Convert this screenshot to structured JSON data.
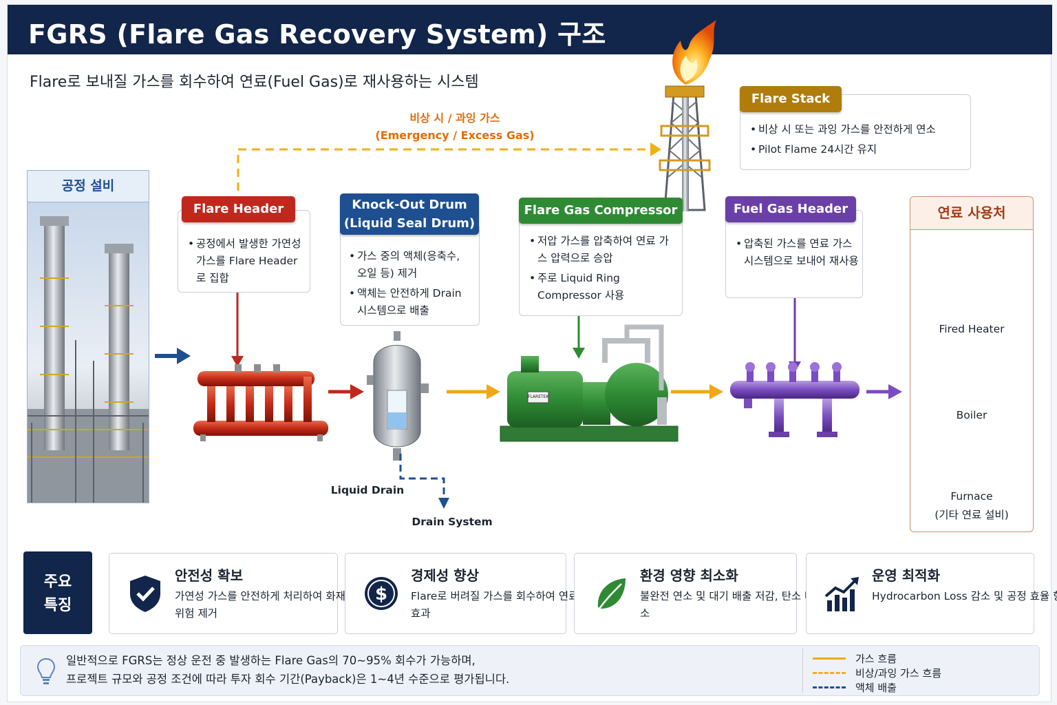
{
  "header": {
    "title": "FGRS (Flare Gas Recovery System) 구조"
  },
  "subtitle": "Flare로 보내질 가스를 회수하여 연료(Fuel Gas)로 재사용하는 시스템",
  "emergency": {
    "line1": "비상 시 / 과잉 가스",
    "line2": "(Emergency / Excess Gas)"
  },
  "process": {
    "title": "공정 설비"
  },
  "flare_stack": {
    "tag": "Flare Stack",
    "bullets": [
      "비상 시 또는 과잉 가스를 안전하게 연소",
      "Pilot Flame 24시간 유지"
    ]
  },
  "flare_header": {
    "tag": "Flare Header",
    "bullets": [
      "공정에서 발생한 가연성 가스를 Flare Header로 집합"
    ]
  },
  "ko_drum": {
    "tag_line1": "Knock-Out Drum",
    "tag_line2": "(Liquid Seal Drum)",
    "bullets": [
      "가스 중의 액체(응축수, 오일 등) 제거",
      "액체는 안전하게 Drain 시스템으로 배출"
    ],
    "liquid_drain": "Liquid Drain",
    "drain_system": "Drain System"
  },
  "compressor": {
    "tag": "Flare Gas Compressor",
    "bullets": [
      "저압 가스를 압축하여 연료 가스 압력으로 승압",
      "주로 Liquid Ring Compressor 사용"
    ],
    "plate": "FLARETEK"
  },
  "fuel_header": {
    "tag": "Fuel Gas Header",
    "bullets": [
      "압축된 가스를 연료 가스 시스템으로 보내어 재사용"
    ]
  },
  "fuel_users": {
    "title": "연료 사용처",
    "items": [
      "Fired Heater",
      "Boiler",
      "Furnace",
      "(기타 연료 설비)"
    ]
  },
  "features": {
    "key_line1": "주요",
    "key_line2": "특징",
    "items": [
      {
        "icon": "shield-check-icon",
        "title": "안전성 확보",
        "desc": "가연성 가스를 안전하게 처리하여 화재·폭발 위험 제거"
      },
      {
        "icon": "dollar-icon",
        "title": "경제성 향상",
        "desc": "Flare로 버려질 가스를 회수하여 연료비 절감 효과"
      },
      {
        "icon": "leaf-icon",
        "title": "환경 영향 최소화",
        "desc": "불완전 연소 및 대기 배출 저감, 탄소 배출 감소"
      },
      {
        "icon": "growth-chart-icon",
        "title": "운영 최적화",
        "desc": "Hydrocarbon Loss 감소 및 공정 효율 향상"
      }
    ]
  },
  "note": {
    "line1": "일반적으로 FGRS는 정상 운전 중 발생하는 Flare Gas의 70~95% 회수가 가능하며,",
    "line2": "프로젝트 규모와 공정 조건에 따라 투자 회수 기간(Payback)은 1~4년 수준으로 평가됩니다."
  },
  "legend": {
    "gas": "가스 흐름",
    "emergency": "비상/과잉 가스 흐름",
    "liquid": "액체 배출"
  },
  "colors": {
    "navy": "#12254a",
    "red": "#c0281e",
    "blue": "#1d4f91",
    "green": "#2e8b34",
    "purple": "#6b3fa8",
    "gold": "#b07c0c",
    "orange": "#f0a818"
  }
}
